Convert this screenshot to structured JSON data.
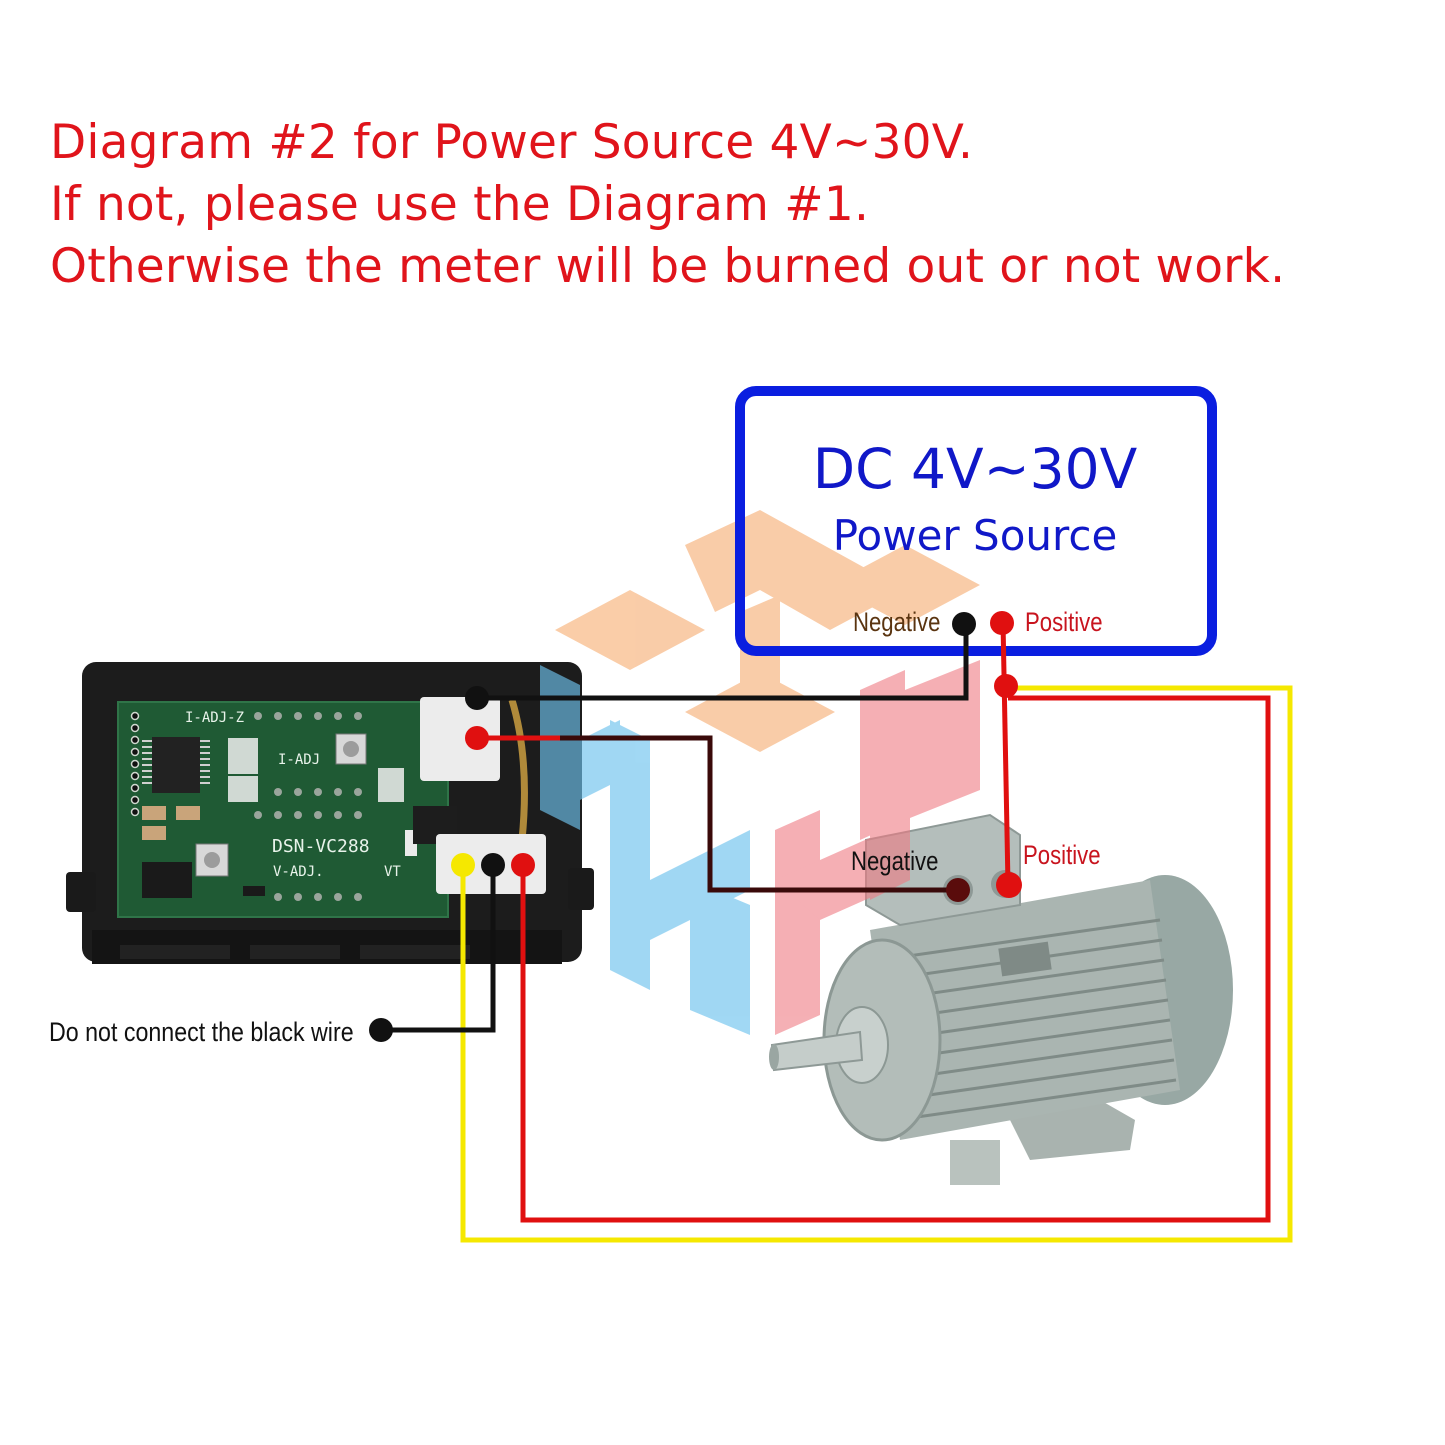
{
  "header": {
    "lines": [
      "Diagram #2 for Power Source 4V~30V.",
      "If not, please use the Diagram #1.",
      "Otherwise the meter will be burned out or not work."
    ],
    "color": "#e0141b"
  },
  "power_source": {
    "title": "DC 4V~30V",
    "subtitle": "Power Source",
    "border_color": "#0a1ee0",
    "terminals": {
      "negative": "Negative",
      "positive": "Positive"
    }
  },
  "meter": {
    "model": "DSN-VC288",
    "board_labels": [
      "I-ADJ-Z",
      "I-ADJ",
      "V-ADJ.",
      "VT"
    ],
    "thick_connector_wires": [
      "black",
      "red"
    ],
    "thin_connector_wires": [
      "yellow",
      "black",
      "red"
    ]
  },
  "motor": {
    "terminals": {
      "negative": "Negative",
      "positive": "Positive"
    }
  },
  "note": "Do not connect the black wire",
  "wire_colors": {
    "black": "#111111",
    "red": "#e01010",
    "yellow": "#f5e800",
    "dark_red": "#3a0a0a"
  },
  "connections": [
    {
      "from": "meter thick black",
      "to": "power source negative",
      "color": "black"
    },
    {
      "from": "meter thick red",
      "to": "motor negative",
      "color": "dark_red"
    },
    {
      "from": "power source positive",
      "to": "motor positive",
      "color": "red"
    },
    {
      "from": "meter thin yellow",
      "to": "power source positive",
      "color": "yellow"
    },
    {
      "from": "meter thin red",
      "to": "power source positive",
      "color": "red"
    },
    {
      "from": "meter thin black",
      "to": "not connected",
      "color": "black"
    }
  ]
}
